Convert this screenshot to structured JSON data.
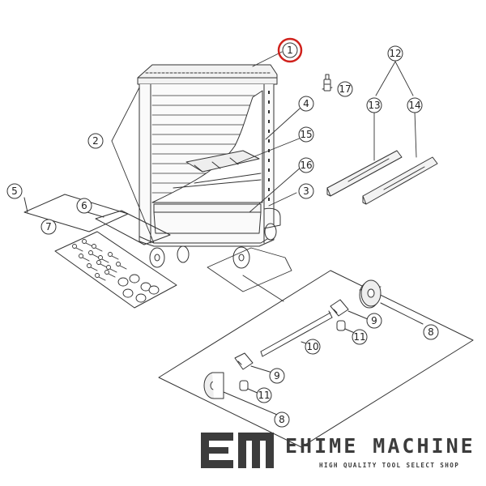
{
  "callouts": [
    {
      "num": "1",
      "highlight": true
    },
    {
      "num": "2"
    },
    {
      "num": "3"
    },
    {
      "num": "4"
    },
    {
      "num": "5"
    },
    {
      "num": "6"
    },
    {
      "num": "7"
    },
    {
      "num": "8"
    },
    {
      "num": "8"
    },
    {
      "num": "9"
    },
    {
      "num": "9"
    },
    {
      "num": "10"
    },
    {
      "num": "11"
    },
    {
      "num": "11"
    },
    {
      "num": "12"
    },
    {
      "num": "13"
    },
    {
      "num": "14"
    },
    {
      "num": "15"
    },
    {
      "num": "16"
    },
    {
      "num": "17"
    }
  ],
  "brand": {
    "name": "EHIME MACHINE",
    "tagline": "HIGH QUALITY TOOL SELECT SHOP"
  },
  "colors": {
    "line": "#333333",
    "highlight": "#d0211c",
    "brand": "#3c3c3c",
    "fill_light": "#f2f2f2",
    "fill_mid": "#dcdcdc"
  }
}
